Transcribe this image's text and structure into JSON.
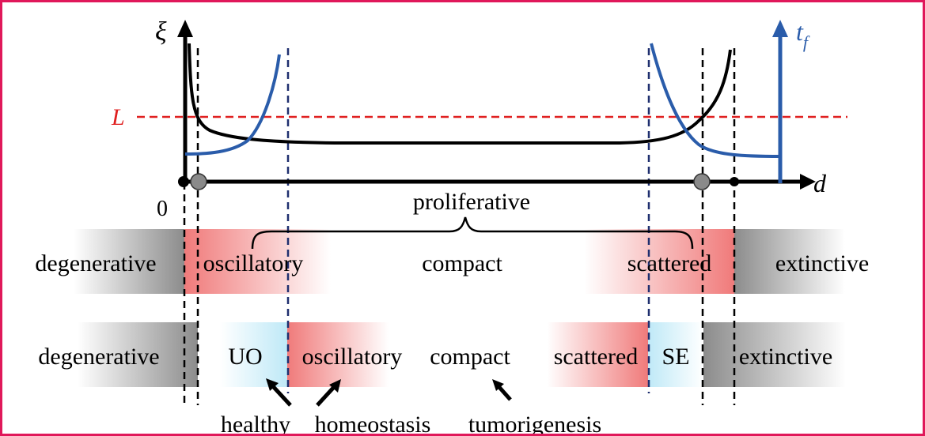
{
  "colors": {
    "frame": "#e0185a",
    "xi_curve": "#000000",
    "tf_curve": "#2a5caa",
    "threshold": "#e02020",
    "dashed_blue": "#1f2f6f",
    "pink": "#f07a7a",
    "gray": "#8c8c8c",
    "cyan": "#bfe9f7"
  },
  "axes": {
    "y_left_label": "ξ",
    "y_right_label_base": "t",
    "y_right_label_sub": "f",
    "x_label": "d",
    "origin_label": "0",
    "threshold_label": "L"
  },
  "row1": {
    "brace_label": "proliferative",
    "degenerative": "degenerative",
    "oscillatory": "oscillatory",
    "compact": "compact",
    "scattered": "scattered",
    "extinctive": "extinctive"
  },
  "row2": {
    "degenerative": "degenerative",
    "uo": "UO",
    "oscillatory": "oscillatory",
    "compact": "compact",
    "scattered": "scattered",
    "se": "SE",
    "extinctive": "extinctive"
  },
  "annotations": {
    "healthy": "healthy",
    "homeostasis": "homeostasis",
    "tumorigenesis": "tumorigenesis"
  }
}
